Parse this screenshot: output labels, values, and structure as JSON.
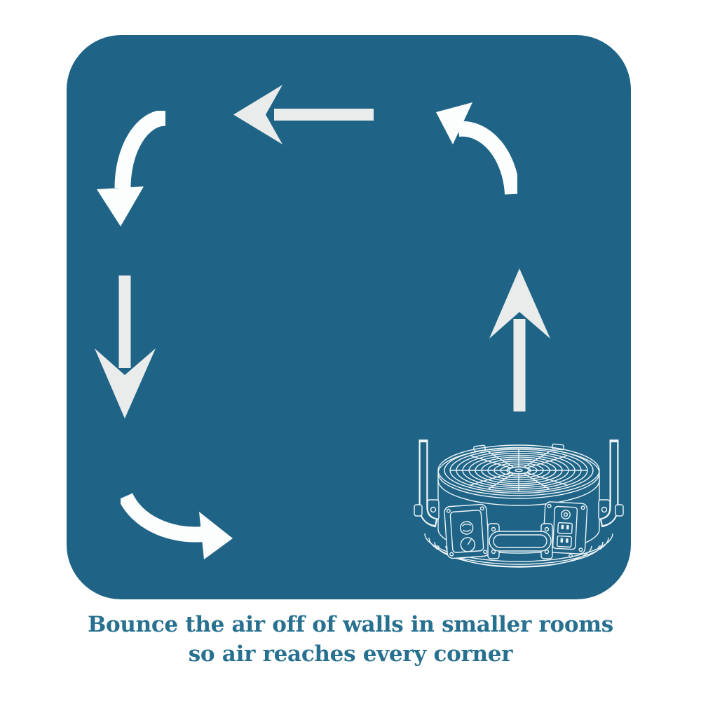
{
  "colors": {
    "page_bg": "#ffffff",
    "panel_bg": "#1f6486",
    "straight_arrow": "#e9eceb",
    "curved_arrow": "#fcfdfd",
    "line_art": "#eef5f8",
    "caption_text": "#27708f"
  },
  "diagram": {
    "panel": "room",
    "airflow_arrows": [
      {
        "icon": "curved-arrow-top-left-icon",
        "direction": "turning-down-left-wall"
      },
      {
        "icon": "straight-arrow-left-icon",
        "direction": "left"
      },
      {
        "icon": "curved-arrow-top-right-icon",
        "direction": "turning-left-at-ceiling"
      },
      {
        "icon": "straight-arrow-down-icon",
        "direction": "down"
      },
      {
        "icon": "straight-arrow-up-icon",
        "direction": "up"
      },
      {
        "icon": "curved-arrow-bottom-left-icon",
        "direction": "turning-right-at-floor"
      }
    ],
    "device": {
      "icon": "air-mover-fan-icon"
    }
  },
  "caption": {
    "line1": "Bounce the air off of walls in smaller rooms",
    "line2": "so air reaches every corner"
  }
}
